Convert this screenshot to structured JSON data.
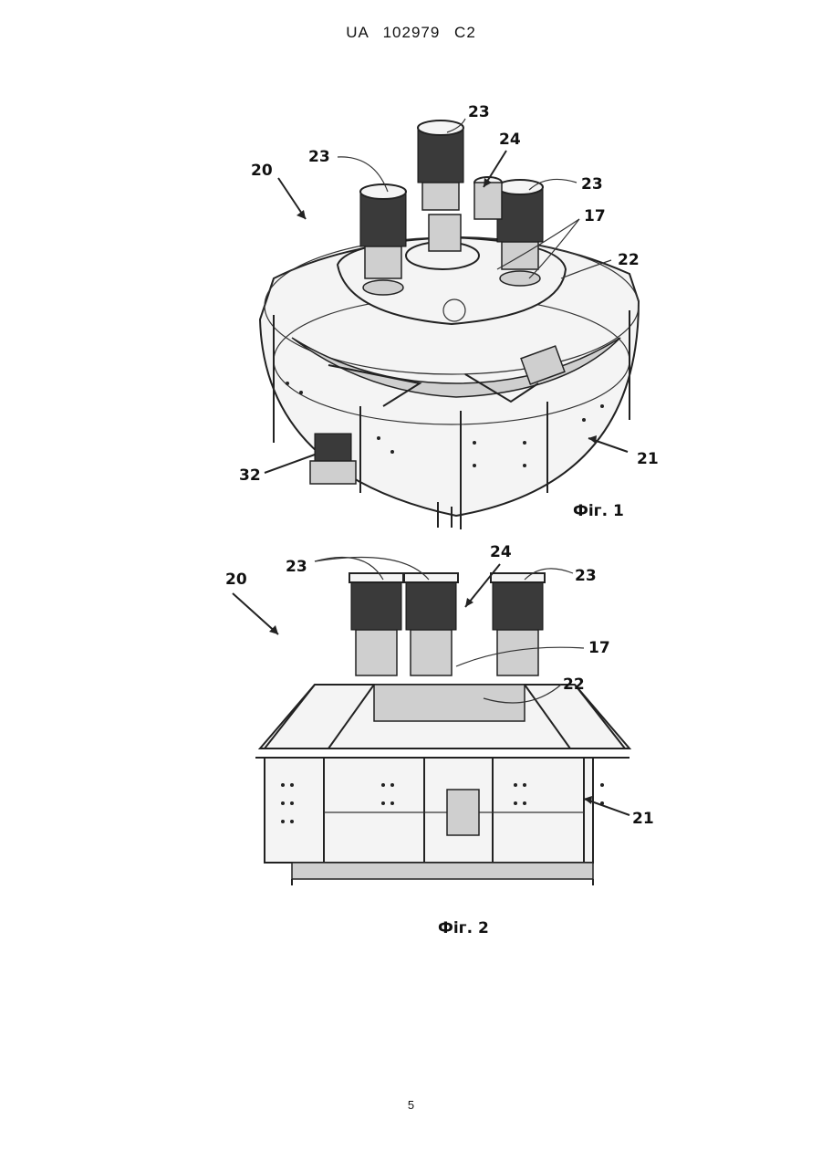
{
  "header": {
    "doc_number": "UA   102979   C2"
  },
  "figure1": {
    "caption": "Фіг. 1",
    "labels": {
      "l20": "20",
      "l23a": "23",
      "l23b": "23",
      "l23c": "23",
      "l24": "24",
      "l17": "17",
      "l22": "22",
      "l21": "21",
      "l32": "32"
    }
  },
  "figure2": {
    "caption": "Фіг. 2",
    "labels": {
      "l20": "20",
      "l23a": "23",
      "l23b": "23",
      "l24": "24",
      "l17": "17",
      "l22": "22",
      "l21": "21"
    }
  },
  "footer": {
    "page_number": "5"
  }
}
